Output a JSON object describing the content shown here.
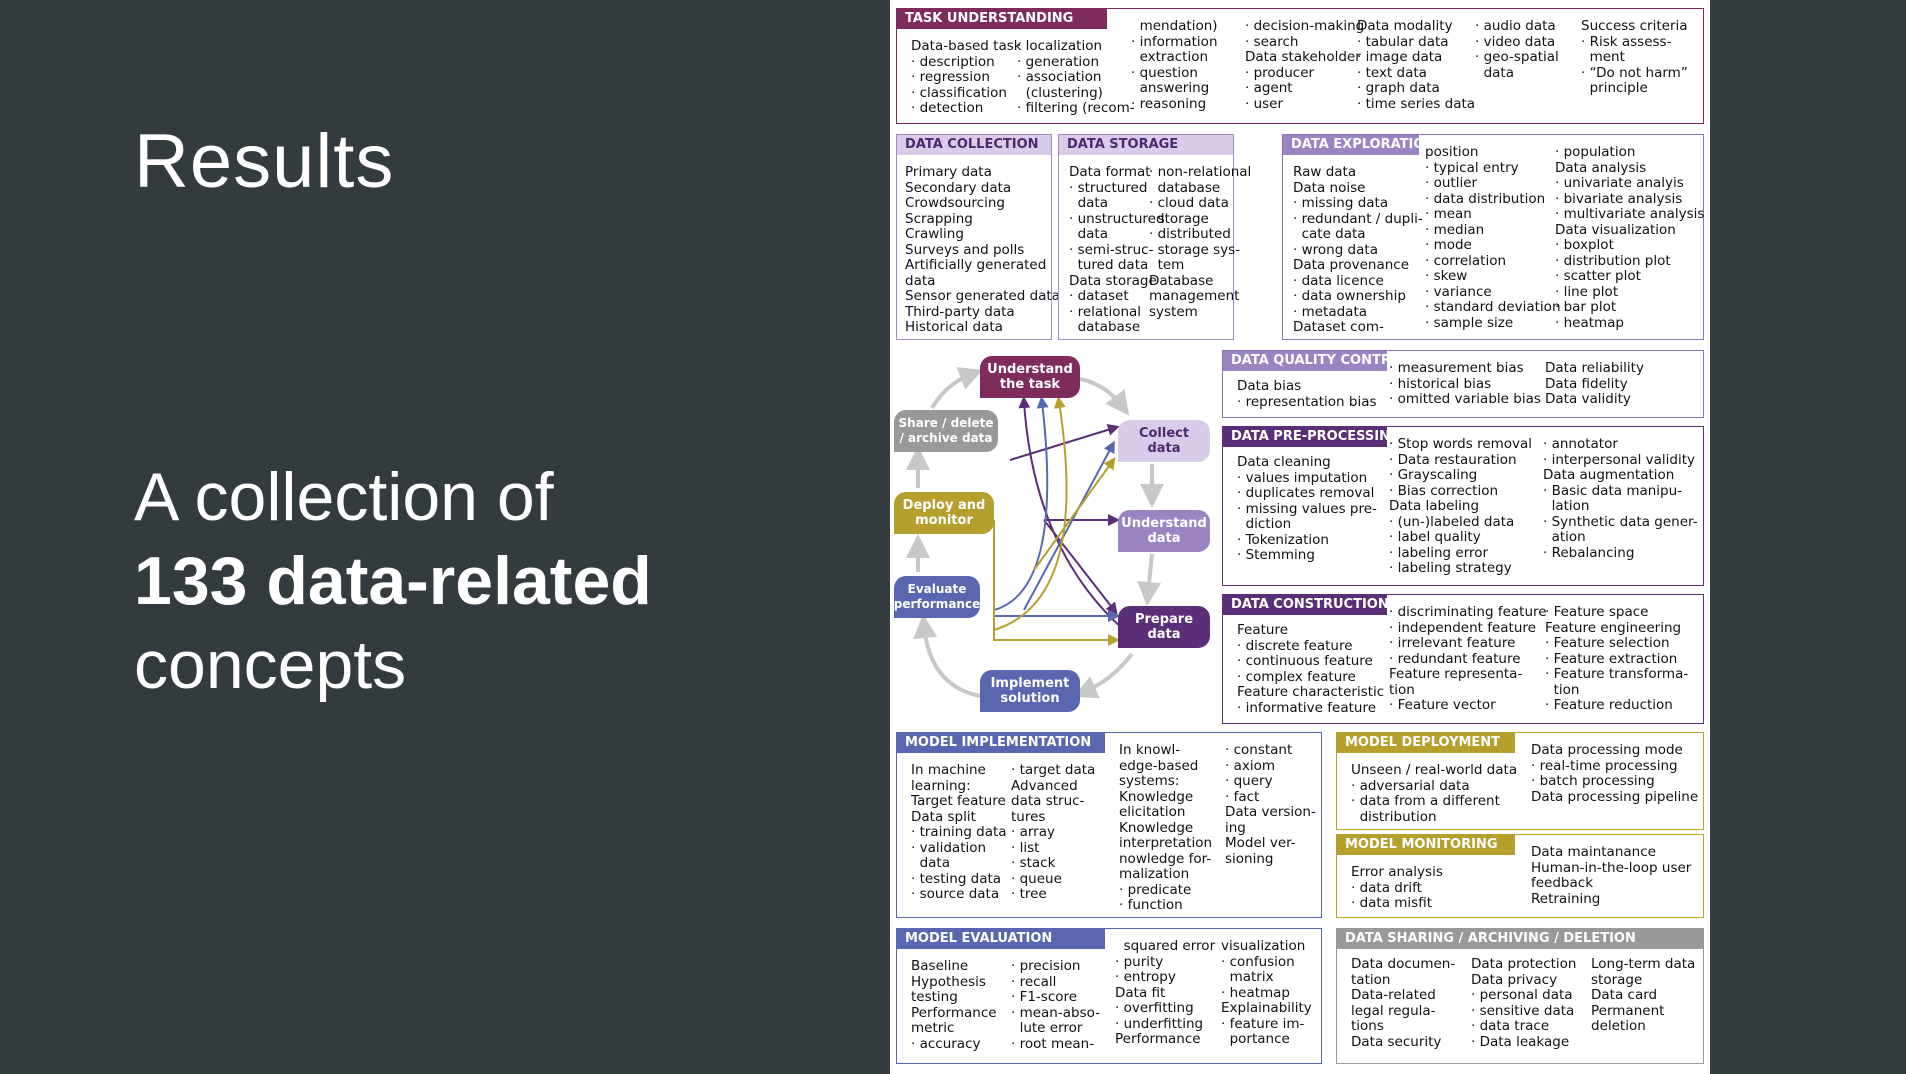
{
  "slide": {
    "title": "Results",
    "subtitle_line1": "A collection of",
    "subtitle_bold": "133 data-related",
    "subtitle_line3": "concepts"
  },
  "sections": {
    "task": {
      "header": "TASK UNDERSTANDING",
      "col1": "Data-based task\n· description\n· regression\n· classification\n· detection",
      "col2": "· localization\n· generation\n· association\n  (clustering)\n· filtering (recom-",
      "col3": "  mendation)\n· information\n  extraction\n· question\n  answering\n· reasoning",
      "col4": "· decision-making\n· search\nData stakeholder\n· producer\n· agent\n· user",
      "col5": "Data modality\n· tabular data\n· image data\n· text data\n· graph data\n· time series data",
      "col6": "· audio data\n· video data\n· geo-spatial\n  data",
      "col7": "Success criteria\n· Risk assess-\n  ment\n· “Do not harm”\n  principle"
    },
    "collection": {
      "header": "DATA COLLECTION",
      "col1": "Primary data\nSecondary data\nCrowdsourcing\nScrapping\nCrawling\nSurveys and polls\nArtificially generated\ndata\nSensor generated data\nThird-party data\nHistorical data"
    },
    "storage": {
      "header": "DATA STORAGE",
      "col1": "Data format\n· structured\n  data\n· unstructured\n  data\n· semi-struc-\n  tured data\nData storage\n· dataset\n· relational\n  database",
      "col2": "· non-relational\n  database\n· cloud data\n  storage\n· distributed\n  storage sys-\n  tem\nDatabase\nmanagement\nsystem"
    },
    "exploration": {
      "header": "DATA EXPLORATION",
      "col1": "Raw data\nData noise\n· missing data\n· redundant / dupli-\n  cate data\n· wrong data\nData provenance\n· data licence\n· data ownership\n· metadata\nDataset com-",
      "col2": "position\n· typical entry\n· outlier\n· data distribution\n· mean\n· median\n· mode\n· correlation\n· skew\n· variance\n· standard deviation\n· sample size",
      "col3": "· population\nData analysis\n· univariate analyis\n· bivariate analysis\n· multivariate analysis\nData visualization\n· boxplot\n· distribution plot\n· scatter plot\n· line plot\n· bar plot\n· heatmap"
    },
    "dqc": {
      "header": "DATA QUALITY CONTROL",
      "col1": "Data bias\n· representation bias",
      "col2": "· measurement bias\n· historical bias\n· omitted variable bias",
      "col3": "Data reliability\nData fidelity\nData validity"
    },
    "preproc": {
      "header": "DATA PRE-PROCESSING",
      "col1": "Data cleaning\n· values imputation\n· duplicates removal\n· missing values pre-\n  diction\n· Tokenization\n· Stemming",
      "col2": "· Stop words removal\n· Data restauration\n· Grayscaling\n· Bias correction\nData labeling\n· (un-)labeled data\n· label quality\n· labeling error\n· labeling strategy",
      "col3": "· annotator\n· interpersonal validity\nData augmentation\n· Basic data manipu-\n  lation\n· Synthetic data gener-\n  ation\n· Rebalancing"
    },
    "construction": {
      "header": "DATA CONSTRUCTION",
      "col1": "Feature\n· discrete feature\n· continuous feature\n· complex feature\nFeature characteristic\n· informative feature",
      "col2": "· discriminating feature\n· independent feature\n· irrelevant feature\n· redundant feature\nFeature representa-\ntion\n· Feature vector",
      "col3": "· Feature space\nFeature engineering\n· Feature selection\n· Feature extraction\n· Feature transforma-\n  tion\n· Feature reduction"
    },
    "modimpl": {
      "header": "MODEL IMPLEMENTATION",
      "col1": "In machine\nlearning:\nTarget feature\nData split\n· training data\n· validation\n  data\n· testing data\n· source data",
      "col2": "· target data\nAdvanced\ndata struc-\ntures\n· array\n· list\n· stack\n· queue\n· tree",
      "col3": "In knowl-\nedge-based\nsystems:\nKnowledge\nelicitation\nKnowledge\ninterpretation\nnowledge for-\nmalization\n· predicate\n· function",
      "col4": "· constant\n· axiom\n· query\n· fact\nData version-\ning\nModel ver-\nsioning"
    },
    "moddeploy": {
      "header": "MODEL DEPLOYMENT",
      "col1": "Unseen / real-world data\n· adversarial data\n· data from a different\n  distribution",
      "col2": "Data processing mode\n· real-time processing\n· batch processing\nData processing pipeline"
    },
    "modmon": {
      "header": "MODEL MONITORING",
      "col1": "Error analysis\n· data drift\n· data misfit",
      "col2": "Data maintanance\nHuman-in-the-loop user\nfeedback\nRetraining"
    },
    "modeval": {
      "header": "MODEL EVALUATION",
      "col1": "Baseline\nHypothesis\ntesting\nPerformance\nmetric\n· accuracy",
      "col2": "· precision\n· recall\n· F1-score\n· mean-abso-\n  lute error\n· root mean-",
      "col3": "  squared error\n· purity\n· entropy\nData fit\n· overfitting\n· underfitting\nPerformance",
      "col4": "visualization\n· confusion\n  matrix\n· heatmap\nExplainability\n· feature im-\n  portance"
    },
    "sharing": {
      "header": "DATA SHARING / ARCHIVING / DELETION",
      "col1": "Data documen-\ntation\nData-related\nlegal regula-\ntions\nData security",
      "col2": "Data protection\nData privacy\n· personal data\n· sensitive data\n· data trace\n· Data leakage",
      "col3": "Long-term data\nstorage\nData card\nPermanent\ndeletion"
    }
  },
  "flow": {
    "understand_task": "Understand\nthe task",
    "collect": "Collect\ndata",
    "understand_data": "Understand\ndata",
    "prepare": "Prepare\ndata",
    "implement": "Implement\nsolution",
    "evaluate": "Evaluate\nperformance",
    "deploy": "Deploy and\nmonitor",
    "share": "Share / delete\n/ archive data"
  },
  "colors": {
    "task": "#7e2b5e",
    "collect": "#d9cce8",
    "understand_data": "#9a84c2",
    "prepare": "#5a2f77",
    "implement": "#5867b0",
    "deploy": "#b5a02e",
    "share": "#999999"
  }
}
